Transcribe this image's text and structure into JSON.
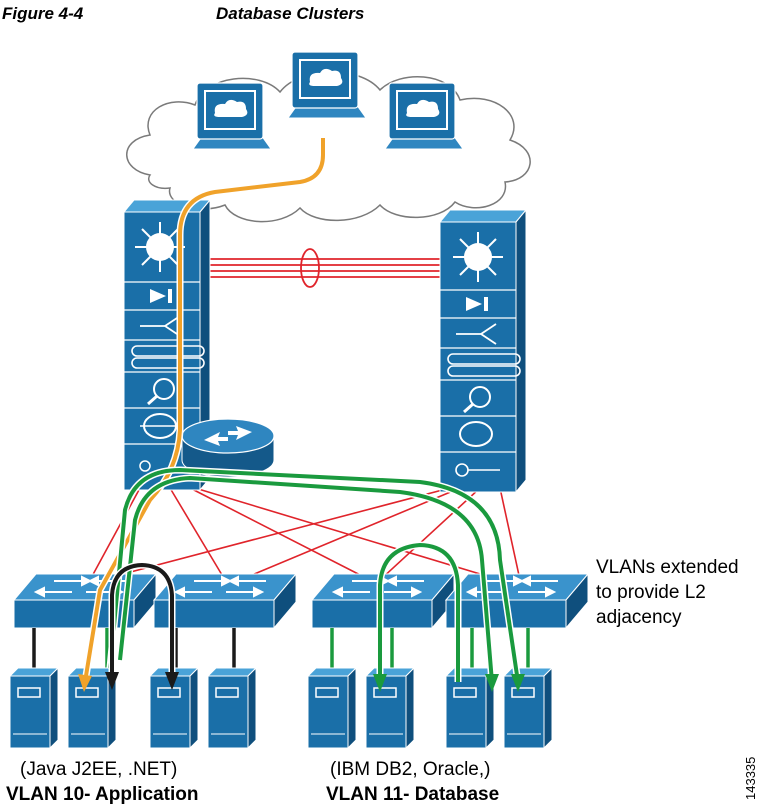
{
  "figure": {
    "number": "Figure 4-4",
    "title": "Database Clusters"
  },
  "annotation": {
    "lines": [
      "VLANs extended",
      "to provide L2",
      "adjacency"
    ]
  },
  "groups": {
    "application": {
      "platforms": "(Java J2EE, .NET)",
      "vlan_label": "VLAN 10- Application"
    },
    "database": {
      "platforms": "(IBM DB2, Oracle,)",
      "vlan_label": "VLAN 11- Database"
    }
  },
  "image_id": "143335",
  "colors": {
    "cisco_blue": "#1a6fa8",
    "cisco_blue_light": "#3a93cc",
    "client_path": "#f0a22a",
    "cluster_path": "#1a9a3e",
    "inter_app_path": "#1a1a1a",
    "uplink": "#e0242b"
  },
  "icons": [
    "cloud-icon",
    "workstation-icon",
    "multilayer-switch-icon",
    "router-icon",
    "workgroup-switch-icon",
    "server-icon"
  ]
}
